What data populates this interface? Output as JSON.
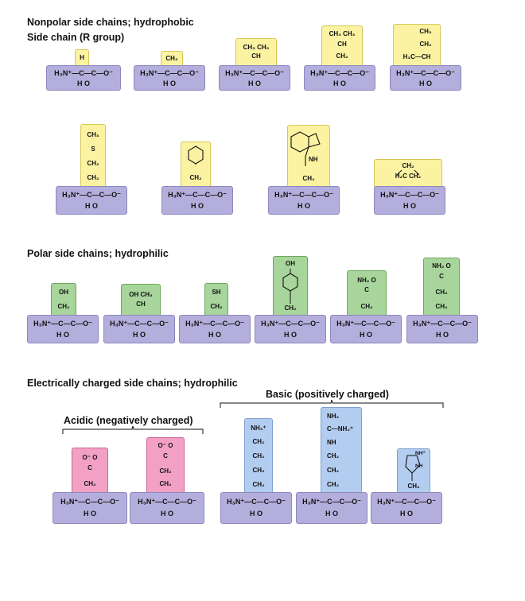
{
  "sections": {
    "nonpolar": {
      "title": "Nonpolar side chains; hydrophobic",
      "subtitle": "Side chain (R group)",
      "r_groups": [
        {
          "lines": [
            "H"
          ]
        },
        {
          "lines": [
            "CH₃"
          ]
        },
        {
          "lines": [
            "CH₃ CH₃",
            "CH"
          ]
        },
        {
          "lines": [
            "CH₃ CH₃",
            "CH",
            "CH₂"
          ]
        },
        {
          "lines": [
            "CH₃",
            "CH₂",
            "H₃C—CH"
          ]
        },
        {
          "lines": [
            "CH₃",
            "S",
            "CH₂",
            "CH₂"
          ]
        },
        {
          "lines": [
            "CH₂"
          ]
        },
        {
          "lines": [
            "NH",
            "CH₂"
          ]
        },
        {
          "lines": [
            "CH₂",
            "H₂C  CH₂"
          ]
        }
      ]
    },
    "polar": {
      "title": "Polar side chains; hydrophilic",
      "r_groups": [
        {
          "lines": [
            "OH",
            "CH₂"
          ]
        },
        {
          "lines": [
            "OH  CH₃",
            "CH"
          ]
        },
        {
          "lines": [
            "SH",
            "CH₂"
          ]
        },
        {
          "lines": [
            "OH",
            "CH₂"
          ]
        },
        {
          "lines": [
            "NH₂  O",
            "C",
            "CH₂"
          ]
        },
        {
          "lines": [
            "NH₂ O",
            "C",
            "CH₂",
            "CH₂"
          ]
        }
      ]
    },
    "charged": {
      "title": "Electrically charged side chains; hydrophilic",
      "basic_label": "Basic (positively charged)",
      "acidic_label": "Acidic (negatively charged)",
      "acidic_r_groups": [
        {
          "lines": [
            "O⁻  O",
            "C",
            "CH₂"
          ]
        },
        {
          "lines": [
            "O⁻  O",
            "C",
            "CH₂",
            "CH₂"
          ]
        }
      ],
      "basic_r_groups": [
        {
          "lines": [
            "NH₃⁺",
            "CH₂",
            "CH₂",
            "CH₂",
            "CH₂"
          ]
        },
        {
          "lines": [
            "NH₂",
            "C—NH₂⁺",
            "NH",
            "CH₂",
            "CH₂",
            "CH₂"
          ]
        },
        {
          "lines": [
            "NH⁺",
            "NH",
            "CH₂"
          ]
        }
      ]
    }
  },
  "backbone": {
    "top": "H₃N⁺—C—C—O⁻",
    "bottom": "H     O"
  }
}
